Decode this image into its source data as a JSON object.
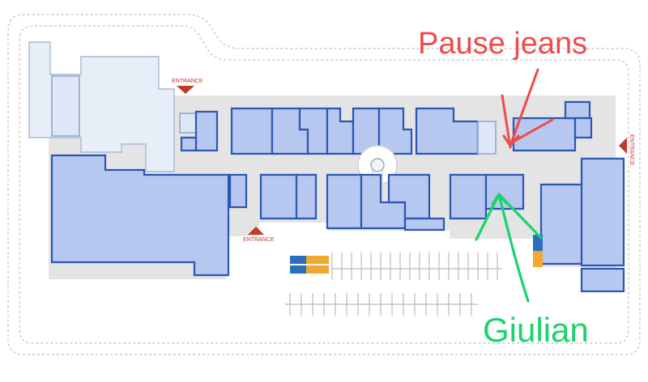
{
  "map": {
    "entrances": [
      {
        "label": "ENTRANCE"
      },
      {
        "label": "ENTRANCE"
      },
      {
        "label": "ENTRANCE"
      }
    ],
    "annotations": {
      "red_label": "Pause jeans",
      "green_label": "Giulian"
    },
    "colors": {
      "store_fill": "#b7c8f0",
      "store_stroke": "#2a56b4",
      "corridor": "#e4e4e4",
      "entrance_marker": "#c0392b",
      "parking_accessible": "#2a6ebf",
      "parking_family": "#f0a830",
      "annotation_red": "#ef4b4b",
      "annotation_green": "#19d46a"
    },
    "icons": [
      "entrance-marker-icon",
      "accessible-parking-icon",
      "family-parking-icon",
      "rotunda-icon"
    ]
  }
}
